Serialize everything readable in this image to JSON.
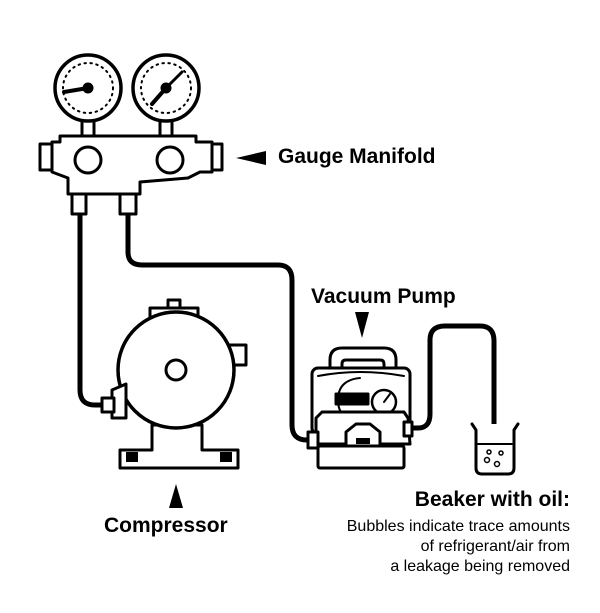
{
  "labels": {
    "gauge_manifold": "Gauge Manifold",
    "vacuum_pump": "Vacuum Pump",
    "compressor": "Compressor",
    "beaker_title": "Beaker with oil:",
    "beaker_note": [
      "Bubbles indicate trace amounts",
      "of refrigerant/air from",
      "a leakage being removed"
    ]
  },
  "colors": {
    "line": "#000000",
    "fill": "#ffffff"
  }
}
